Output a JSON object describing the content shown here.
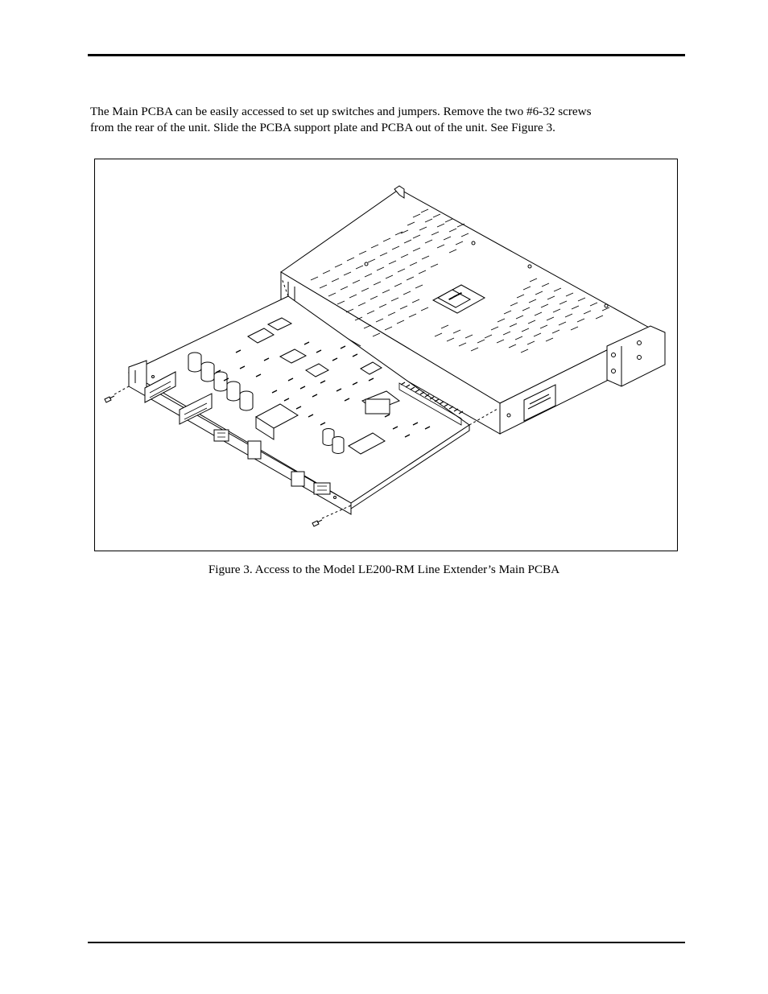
{
  "body_text": {
    "line1": "The Main PCBA can be easily accessed to set up switches and jumpers.  Remove the two #6-32 screws",
    "line2": "from the rear of the unit.  Slide the PCBA support plate and PCBA out of the unit.  See Figure 3."
  },
  "figure": {
    "caption": "Figure 3.  Access to the Model LE200-RM Line Extender’s Main PCBA"
  }
}
